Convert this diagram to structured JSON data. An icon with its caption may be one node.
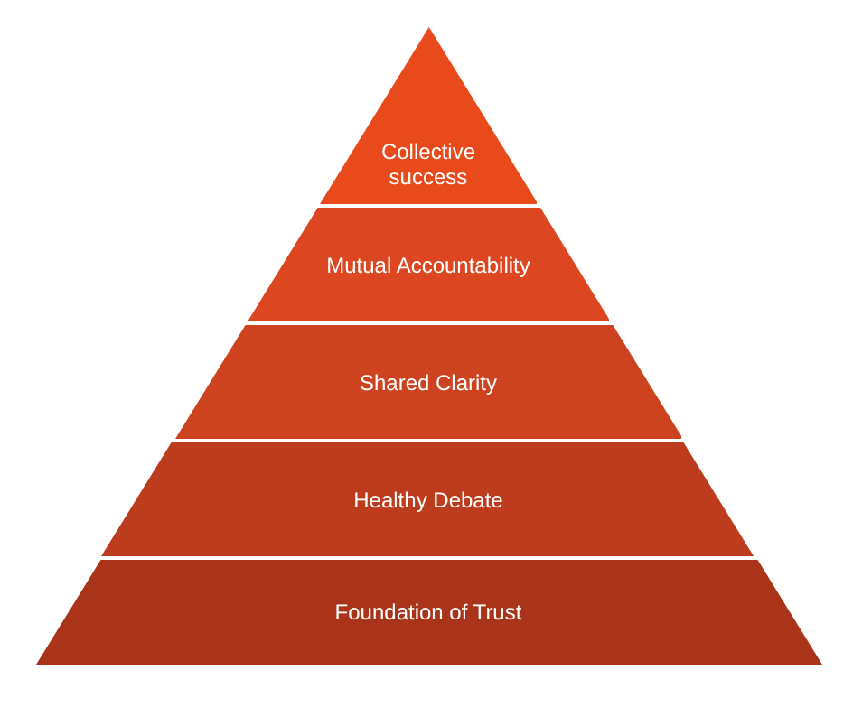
{
  "diagram": {
    "nodes": [
      {
        "text": [
          "Collective success"
        ]
      },
      {
        "text": [
          "Mutual Accountability"
        ]
      },
      {
        "text": [
          "Shared Clarity"
        ]
      },
      {
        "text": [
          "Healthy Debate"
        ]
      },
      {
        "text": [
          "Foundation of Trust"
        ]
      }
    ]
  }
}
